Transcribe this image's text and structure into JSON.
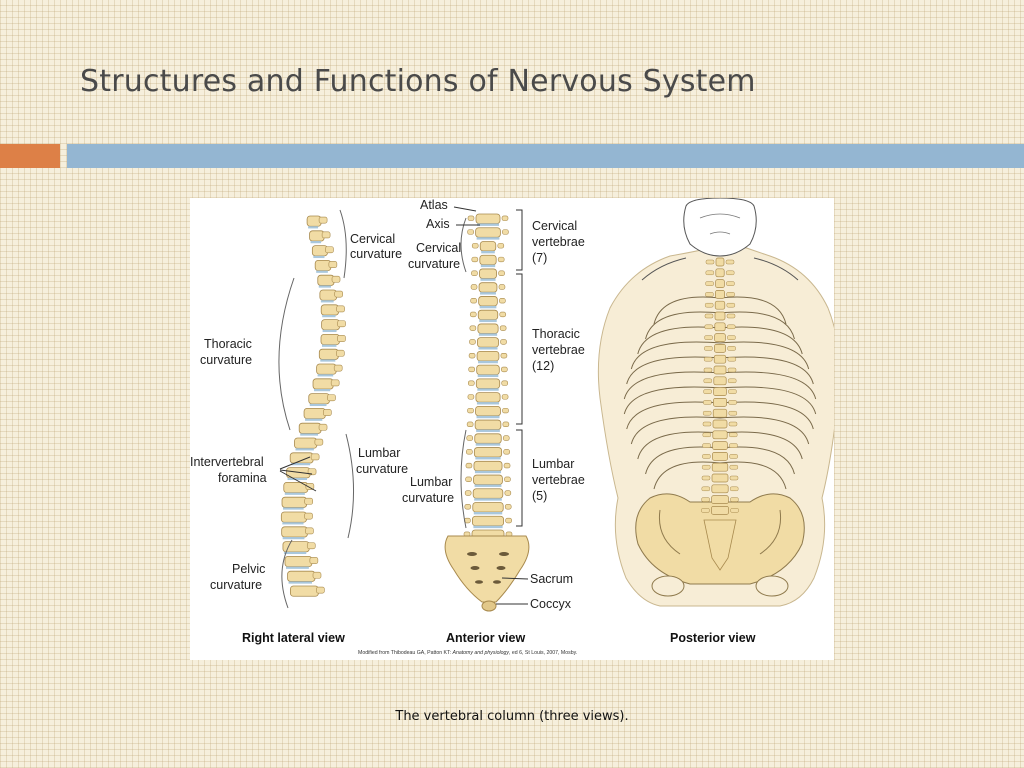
{
  "slide": {
    "title": "Structures and Functions of Nervous System",
    "caption": "The vertebral column (three views).",
    "accent_orange": "#dd8047",
    "accent_blue": "#94b6d2"
  },
  "figure": {
    "lateral": {
      "cervical_curvature": [
        "Cervical",
        "curvature"
      ],
      "thoracic_curvature": [
        "Thoracic",
        "curvature"
      ],
      "intervertebral_foramina": [
        "Intervertebral",
        "foramina"
      ],
      "lumbar_curvature": [
        "Lumbar",
        "curvature"
      ],
      "pelvic_curvature": [
        "Pelvic",
        "curvature"
      ],
      "view_label": "Right lateral view"
    },
    "anterior": {
      "atlas": "Atlas",
      "axis": "Axis",
      "cervical_curvature": [
        "Cervical",
        "curvature"
      ],
      "lumbar_curvature": [
        "Lumbar",
        "curvature"
      ],
      "cervical_vertebrae": [
        "Cervical",
        "vertebrae",
        "(7)"
      ],
      "thoracic_vertebrae": [
        "Thoracic",
        "vertebrae",
        "(12)"
      ],
      "lumbar_vertebrae": [
        "Lumbar",
        "vertebrae",
        "(5)"
      ],
      "sacrum": "Sacrum",
      "coccyx": "Coccyx",
      "view_label": "Anterior view"
    },
    "posterior": {
      "view_label": "Posterior view"
    },
    "credit_prefix": "Modified from Thibodeau GA, Patton KT: ",
    "credit_italic": "Anatomy and physiology",
    "credit_suffix": ", ed 6, St Louis, 2007, Mosby.",
    "colors": {
      "bone": "#f1dca5",
      "bone_edge": "#a88a4e",
      "disc": "#a9c7dc",
      "skin": "#f7edd6"
    }
  }
}
